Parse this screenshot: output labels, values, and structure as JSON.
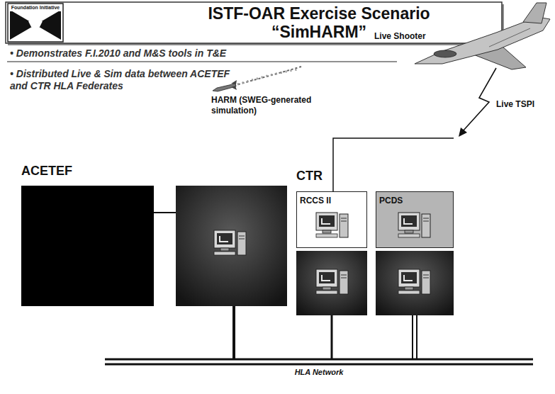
{
  "diagram": {
    "title": "ISTF-OAR Exercise Scenario “SimHARM”",
    "nodes": [
      {
        "text": [
          "ACETEF"
        ]
      },
      {
        "text": [
          "RCCS II"
        ]
      },
      {
        "text": [
          "PCDS"
        ]
      }
    ],
    "labels": [
      "Foundation Initiative",
      "Live Shooter",
      "• Demonstrates F.I.2010 and M&S tools in T&E",
      "• Distributed Live & Sim data between ACETEF and CTR HLA Federates",
      "HARM (SWEG-generated simulation)",
      "Live TSPI",
      "CTR",
      "HLA Network"
    ]
  }
}
